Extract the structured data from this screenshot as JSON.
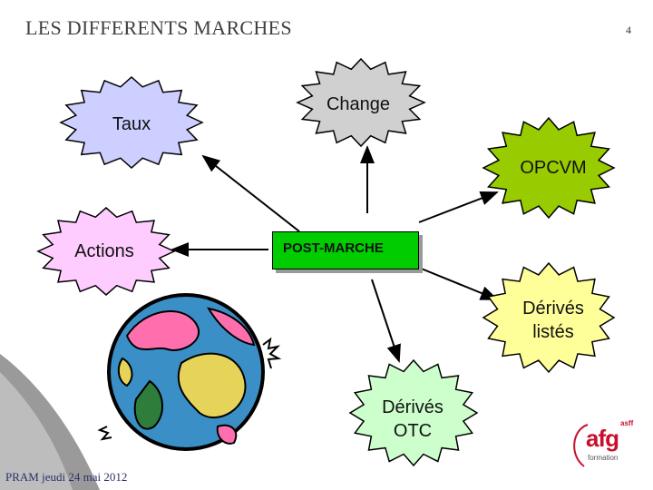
{
  "header": {
    "title": "LES DIFFERENTS MARCHES",
    "page_number": "4"
  },
  "footer": {
    "text": "PRAM jeudi 24 mai 2012"
  },
  "center": {
    "label": "POST-MARCHE",
    "color": "#00cc00"
  },
  "nodes": {
    "taux": {
      "label": "Taux",
      "color": "#cccfff"
    },
    "change": {
      "label": "Change",
      "color": "#d0d0d0"
    },
    "opcvm": {
      "label": "OPCVM",
      "color": "#99cc00"
    },
    "actions": {
      "label": "Actions",
      "color": "#ffccff"
    },
    "derives_listes": {
      "line1": "Dérivés",
      "line2": "listés",
      "color": "#ffff99"
    },
    "derives_otc": {
      "line1": "Dérivés",
      "line2": "OTC",
      "color": "#ccffcc"
    }
  },
  "logo": {
    "main": "afg",
    "badge": "asff",
    "sub": "formation"
  }
}
